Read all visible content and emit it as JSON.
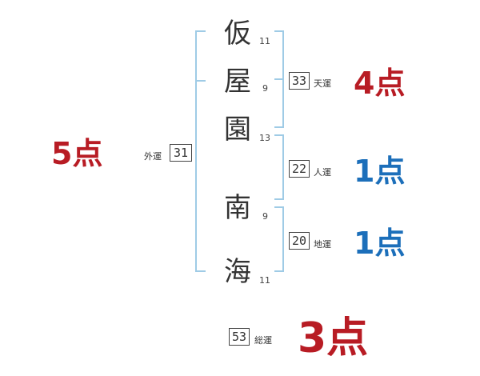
{
  "surname": [
    {
      "char": "仮",
      "strokes": "11"
    },
    {
      "char": "屋",
      "strokes": "9"
    },
    {
      "char": "園",
      "strokes": "13"
    }
  ],
  "given_name": [
    {
      "char": "南",
      "strokes": "9"
    },
    {
      "char": "海",
      "strokes": "11"
    }
  ],
  "luck": {
    "tenun": {
      "label": "天運",
      "value": "33",
      "points": "4点"
    },
    "jinun": {
      "label": "人運",
      "value": "22",
      "points": "1点"
    },
    "chiun": {
      "label": "地運",
      "value": "20",
      "points": "1点"
    },
    "gaiun": {
      "label": "外運",
      "value": "31",
      "points": "5点"
    },
    "souun": {
      "label": "総運",
      "value": "53",
      "points": "3点"
    }
  },
  "colors": {
    "bracket": "#9fcbe6",
    "high_points": "#b81c24",
    "low_points": "#1c6fba"
  }
}
